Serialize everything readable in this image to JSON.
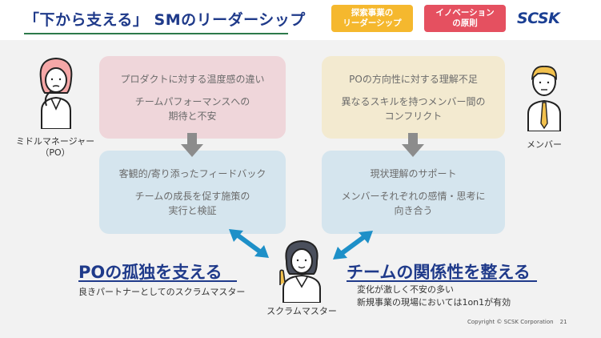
{
  "header": {
    "title": "「下から支える」 SMのリーダーシップ",
    "tags": [
      {
        "line1": "探索事業の",
        "line2": "リーダーシップ",
        "color": "#f5b82e"
      },
      {
        "line1": "イノベーション",
        "line2": "の原則",
        "color": "#e55060"
      }
    ],
    "logo": "SCSK"
  },
  "po_side": {
    "challenges": [
      "プロダクトに対する温度感の違い",
      "チームパフォーマンスへの",
      "期待と不安"
    ],
    "support": [
      "客観的/寄り添ったフィードバック",
      "チームの成長を促す施策の",
      "実行と検証"
    ]
  },
  "member_side": {
    "challenges": [
      "POの方向性に対する理解不足",
      "異なるスキルを持つメンバー間の",
      "コンフリクト"
    ],
    "support": [
      "現状理解のサポート",
      "メンバーそれぞれの感情・思考に",
      "向き合う"
    ]
  },
  "people": {
    "po_line1": "ミドルマネージャー",
    "po_line2": "（PO）",
    "member": "メンバー",
    "sm": "スクラムマスター"
  },
  "conclusions": {
    "left_title": "POの孤独を支える",
    "left_sub": "良きパートナーとしてのスクラムマスター",
    "right_title": "チームの関係性を整える",
    "right_sub1": "変化が激しく不安の多い",
    "right_sub2": "新規事業の現場においては1on1が有効"
  },
  "footer": {
    "copyright": "Copyright © SCSK Corporation",
    "page": "21"
  },
  "icons": [
    "down-arrow-icon",
    "double-arrow-icon"
  ],
  "colors": {
    "navy": "#1f3a8a",
    "arrow_blue": "#1e90c8",
    "arrow_gray": "#8c8c8c"
  }
}
